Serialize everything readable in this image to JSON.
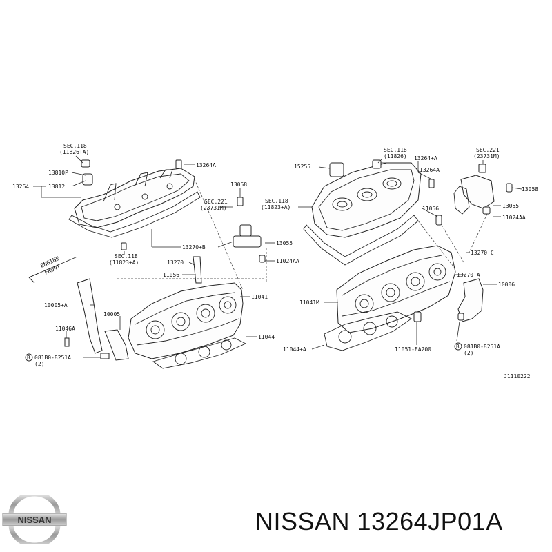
{
  "labels": {
    "sec118_a": "SEC.118",
    "sec118_a2": "(11826+A)",
    "p13264A_l": "13264A",
    "p13810P": "13810P",
    "p13264_l": "13264",
    "p13812": "13812",
    "p13058_l": "13058",
    "sec221_l": "SEC.221",
    "sec221_l2": "(23731M)",
    "engine_front_1": "ENGINE",
    "engine_front_2": "FRONT",
    "sec118_b": "SEC.118",
    "sec118_b2": "(11823+A)",
    "p13270B": "13270+B",
    "p13055_l": "13055",
    "p13270": "13270",
    "p11024AA_l": "11024AA",
    "p11056_l": "11056",
    "p11041": "11041",
    "p10005A": "10005+A",
    "p10005": "10005",
    "p11046A": "11046A",
    "p11044": "11044",
    "bolt_l": "081B0-8251A",
    "bolt_l2": "(2)",
    "sec118_c": "SEC.118",
    "sec118_c2": "(11826)",
    "p15255": "15255",
    "p13264A_r1": "13264+A",
    "p13264A_r2": "13264A",
    "sec221_r": "SEC.221",
    "sec221_r2": "(23731M)",
    "p13058_r": "13058",
    "sec118_d": "SEC.118",
    "sec118_d2": "(11823+A)",
    "p11056_r": "11056",
    "p13055_r": "13055",
    "p11024AA_r": "11024AA",
    "p13270C": "13270+C",
    "p13270A": "13270+A",
    "p10006": "10006",
    "p11041M": "11041M",
    "p11044A": "11044+A",
    "p11051": "11051-EA200",
    "bolt_r": "081B0-8251A",
    "bolt_r2": "(2)",
    "diagram_code": "J1110222"
  },
  "logo_text": "NISSAN",
  "footer_title": "NISSAN 13264JP01A"
}
